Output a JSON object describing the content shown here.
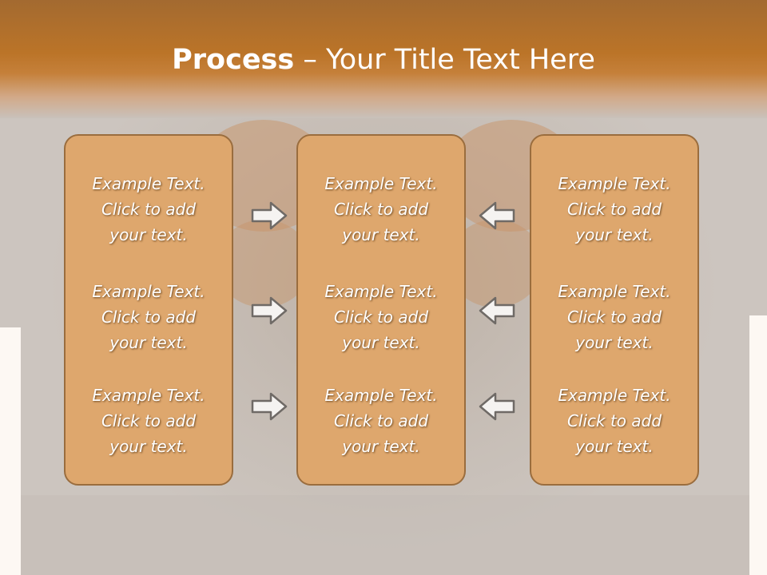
{
  "title": {
    "bold": "Process",
    "rest": " – Your Title Text Here"
  },
  "columns": [
    {
      "blocks": [
        {
          "l1": "Example Text.",
          "l2": "Click  to add",
          "l3": "your text."
        },
        {
          "l1": "Example Text.",
          "l2": "Click  to add",
          "l3": "your text."
        },
        {
          "l1": "Example Text.",
          "l2": "Click  to add",
          "l3": "your text."
        }
      ]
    },
    {
      "blocks": [
        {
          "l1": "Example Text.",
          "l2": "Click  to add",
          "l3": "your text."
        },
        {
          "l1": "Example Text.",
          "l2": "Click  to add",
          "l3": "your text."
        },
        {
          "l1": "Example Text.",
          "l2": "Click  to add",
          "l3": "your text."
        }
      ]
    },
    {
      "blocks": [
        {
          "l1": "Example Text.",
          "l2": "Click  to add",
          "l3": "your text."
        },
        {
          "l1": "Example Text.",
          "l2": "Click  to add",
          "l3": "your text."
        },
        {
          "l1": "Example Text.",
          "l2": "Click  to add",
          "l3": "your text."
        }
      ]
    }
  ],
  "arrows": {
    "left_column": "right-arrow-icon",
    "right_column": "left-arrow-icon"
  },
  "colors": {
    "title_band": "#bb7428",
    "panel_fill": "#dea76d",
    "panel_border": "#9a6d3e",
    "text": "#ffffff"
  }
}
